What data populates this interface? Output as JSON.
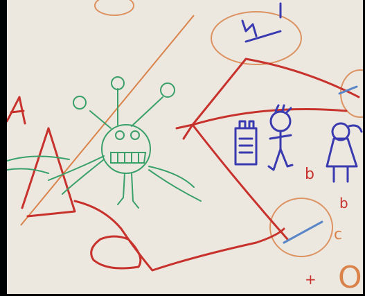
{
  "scene": {
    "subject": "whiteboard-doodles",
    "colors": {
      "board": "#ece8e0",
      "frame": "#000000",
      "red": "#c8322d",
      "orange": "#d9834a",
      "green": "#3aa06a",
      "blue": "#3a3ab0",
      "light_blue": "#5a86c8"
    },
    "letters": {
      "red_a": "A",
      "small_b1": "b",
      "small_b2": "b",
      "small_c": "c",
      "small_plus": "+",
      "big_o": "O"
    }
  }
}
